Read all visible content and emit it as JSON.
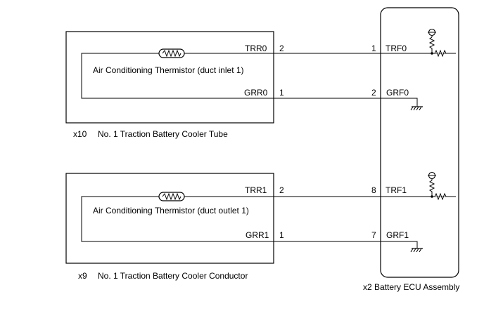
{
  "upper_component": {
    "connector": "x10",
    "name": "No. 1 Traction Battery Cooler Tube",
    "thermistor_label": "Air Conditioning Thermistor (duct inlet 1)",
    "signal_terminal": "TRR0",
    "signal_pin": "2",
    "ground_terminal": "GRR0",
    "ground_pin": "1"
  },
  "lower_component": {
    "connector": "x9",
    "name": "No. 1 Traction Battery Cooler Conductor",
    "thermistor_label": "Air Conditioning Thermistor (duct outlet 1)",
    "signal_terminal": "TRR1",
    "signal_pin": "2",
    "ground_terminal": "GRR1",
    "ground_pin": "1"
  },
  "ecu": {
    "connector": "x2",
    "name": "Battery ECU Assembly",
    "caption": "x2 Battery ECU Assembly",
    "terminals": [
      {
        "pin": "1",
        "name": "TRF0"
      },
      {
        "pin": "2",
        "name": "GRF0"
      },
      {
        "pin": "8",
        "name": "TRF1"
      },
      {
        "pin": "7",
        "name": "GRF1"
      }
    ]
  }
}
